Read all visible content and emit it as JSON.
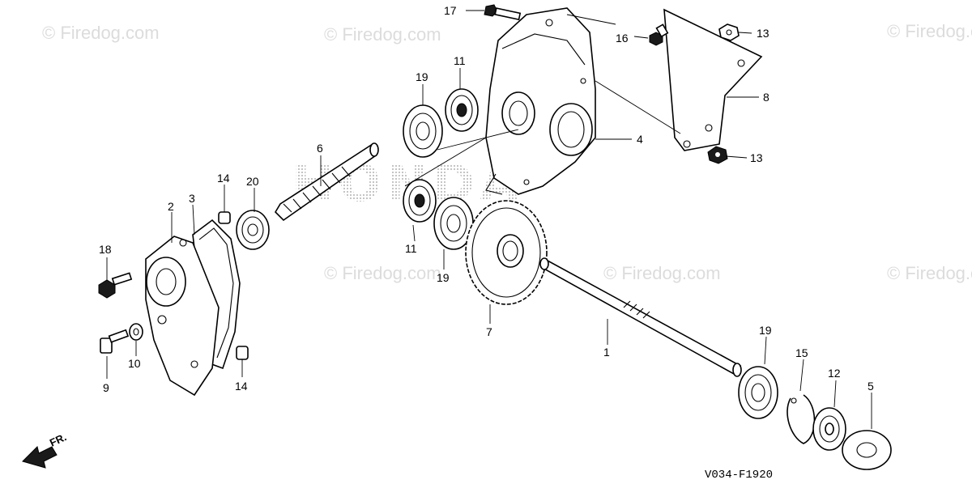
{
  "watermark": {
    "text": "© Firedog.com",
    "brand": "HONDA"
  },
  "diagram_code": "V034-F1920",
  "direction_label": "FR.",
  "callouts": [
    {
      "id": "c17",
      "label": "17"
    },
    {
      "id": "c16",
      "label": "16"
    },
    {
      "id": "c13a",
      "label": "13"
    },
    {
      "id": "c13b",
      "label": "13"
    },
    {
      "id": "c8",
      "label": "8"
    },
    {
      "id": "c4",
      "label": "4"
    },
    {
      "id": "c11a",
      "label": "11"
    },
    {
      "id": "c19a",
      "label": "19"
    },
    {
      "id": "c6",
      "label": "6"
    },
    {
      "id": "c20",
      "label": "20"
    },
    {
      "id": "c14a",
      "label": "14"
    },
    {
      "id": "c3",
      "label": "3"
    },
    {
      "id": "c2",
      "label": "2"
    },
    {
      "id": "c18",
      "label": "18"
    },
    {
      "id": "c11b",
      "label": "11"
    },
    {
      "id": "c19b",
      "label": "19"
    },
    {
      "id": "c7",
      "label": "7"
    },
    {
      "id": "c1",
      "label": "1"
    },
    {
      "id": "c19c",
      "label": "19"
    },
    {
      "id": "c15",
      "label": "15"
    },
    {
      "id": "c12",
      "label": "12"
    },
    {
      "id": "c5",
      "label": "5"
    },
    {
      "id": "c9",
      "label": "9"
    },
    {
      "id": "c10",
      "label": "10"
    },
    {
      "id": "c14b",
      "label": "14"
    }
  ]
}
